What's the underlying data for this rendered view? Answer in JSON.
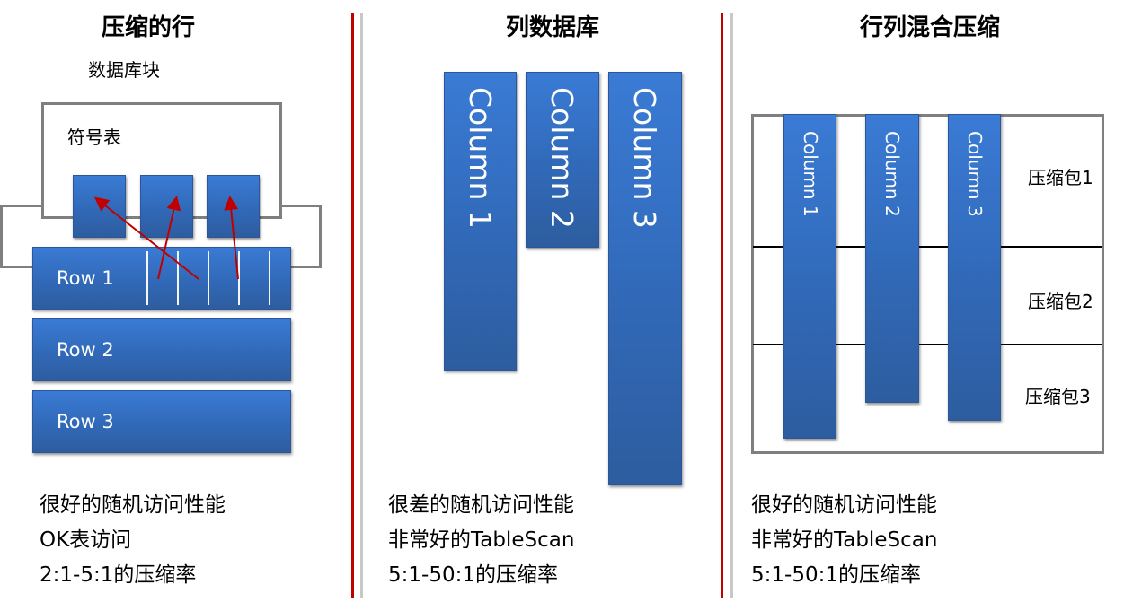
{
  "panels": {
    "row": {
      "title": "压缩的行",
      "block_label": "数据库块",
      "symbol_table_label": "符号表",
      "rows": [
        "Row 1",
        "Row 2",
        "Row 3"
      ],
      "desc": [
        "很好的随机访问性能",
        "OK表访问",
        "2:1-5:1的压缩率"
      ]
    },
    "column": {
      "title": "列数据库",
      "columns": [
        "Column 1",
        "Column 2",
        "Column 3"
      ],
      "desc": [
        "很差的随机访问性能",
        "非常好的TableScan",
        "5:1-50:1的压缩率"
      ]
    },
    "hybrid": {
      "title": "行列混合压缩",
      "columns": [
        "Column 1",
        "Column 2",
        "Column 3"
      ],
      "packages": [
        "压缩包1",
        "压缩包2",
        "压缩包3"
      ],
      "desc": [
        "很好的随机访问性能",
        "非常好的TableScan",
        "5:1-50:1的压缩率"
      ]
    }
  },
  "colors": {
    "bar_blue": "#3a7bd5",
    "separator_red": "#c00000",
    "separator_gray": "#c8c8c8",
    "arrow_red": "#c00000",
    "outline_gray": "#7f7f7f"
  }
}
